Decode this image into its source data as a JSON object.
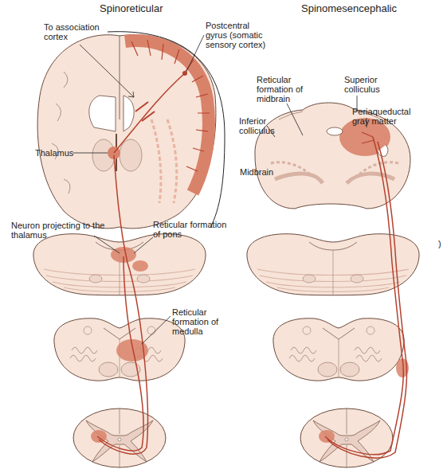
{
  "diagram": {
    "labels": [
      "Spinoreticular",
      "Spinomesencephalic",
      "To association cortex",
      "Postcentral gyrus (somatic sensory cortex)",
      "Thalamus",
      "Neuron projecting to the thalamus",
      "Reticular formation of pons",
      "Reticular formation of medulla",
      "Reticular formation of midbrain",
      "Superior colliculus",
      "Inferior colliculus",
      "Periaqueductal gray matter",
      "Midbrain",
      ")"
    ]
  }
}
